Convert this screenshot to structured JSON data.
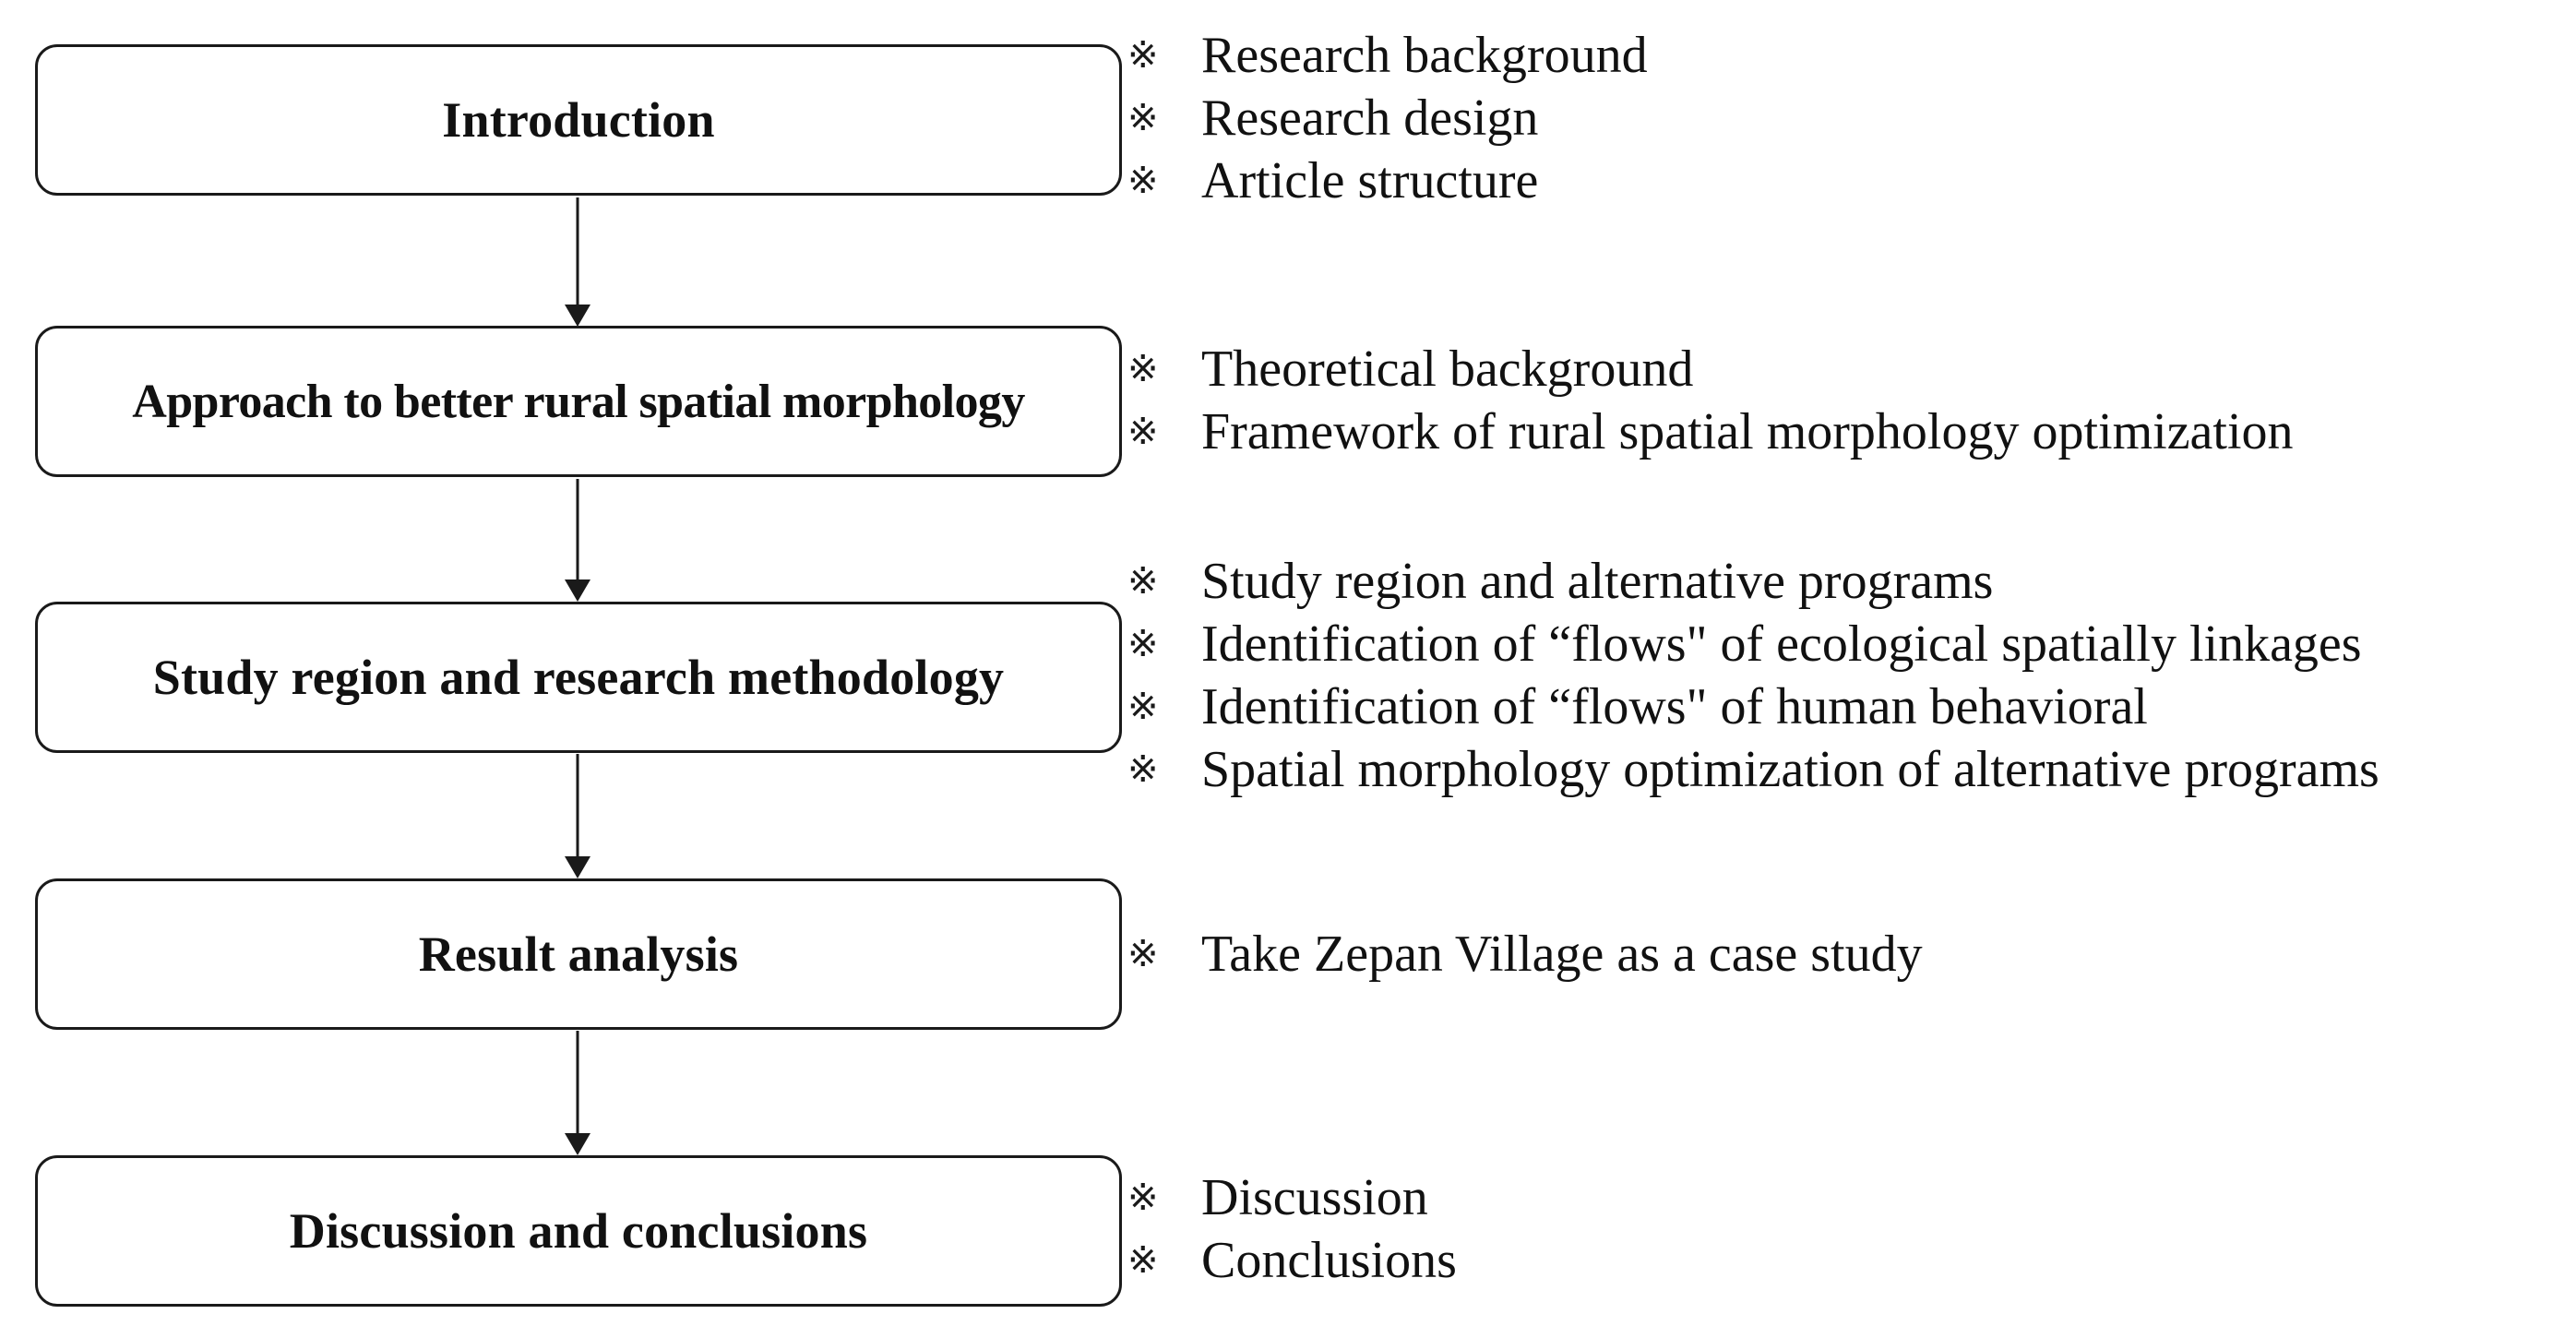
{
  "flowchart": {
    "steps": [
      {
        "title": "Introduction",
        "notes": [
          "Research background",
          "Research design",
          "Article structure"
        ]
      },
      {
        "title": "Approach to better rural spatial morphology",
        "notes": [
          "Theoretical background",
          "Framework of rural spatial morphology optimization"
        ]
      },
      {
        "title": "Study region and research methodology",
        "notes": [
          "Study region and alternative programs",
          "Identification of “flows\" of ecological spatially linkages",
          "Identification of “flows\" of human behavioral",
          "Spatial morphology optimization of alternative programs"
        ]
      },
      {
        "title": "Result analysis",
        "notes": [
          "Take Zepan Village as a case study"
        ]
      },
      {
        "title": "Discussion and conclusions",
        "notes": [
          "Discussion",
          "Conclusions"
        ]
      }
    ],
    "note_marker": "※",
    "colors": {
      "line": "#1a1a1a",
      "text": "#111111",
      "background": "#ffffff"
    }
  }
}
